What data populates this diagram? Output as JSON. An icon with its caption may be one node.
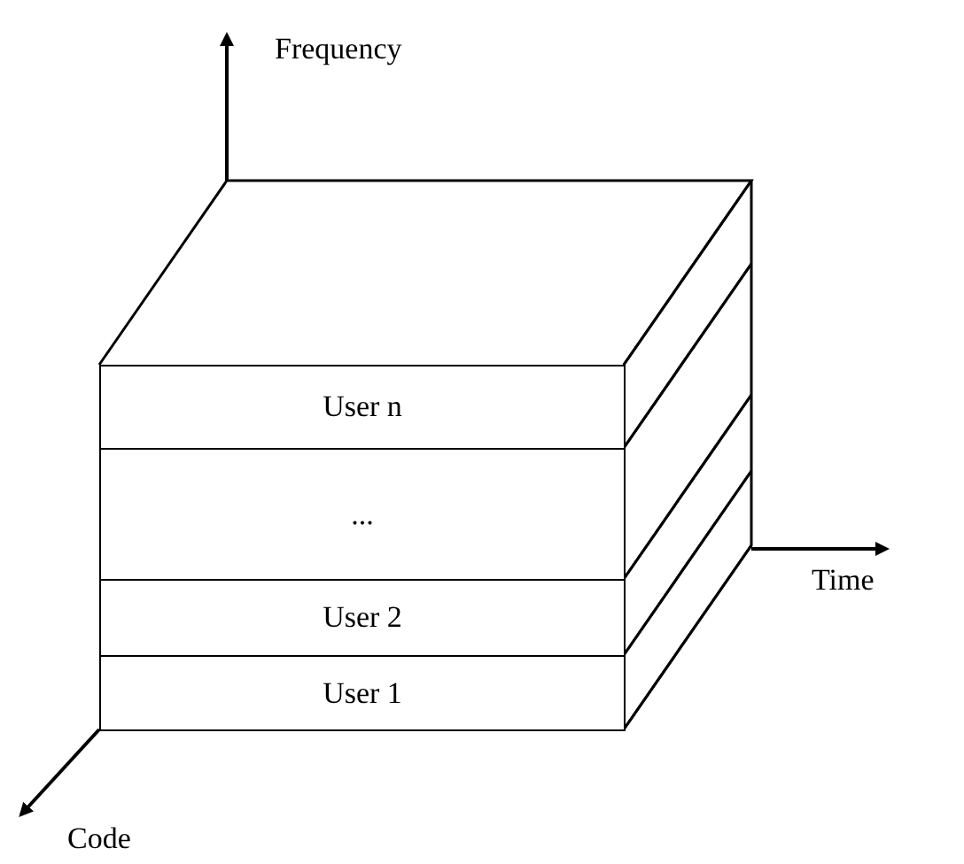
{
  "diagram": {
    "nodes": [
      {
        "text": [
          "User n"
        ]
      },
      {
        "text": [
          "..."
        ]
      },
      {
        "text": [
          "User 2"
        ]
      },
      {
        "text": [
          "User 1"
        ]
      }
    ],
    "labels": [
      "Frequency",
      "Time",
      "Code"
    ]
  }
}
